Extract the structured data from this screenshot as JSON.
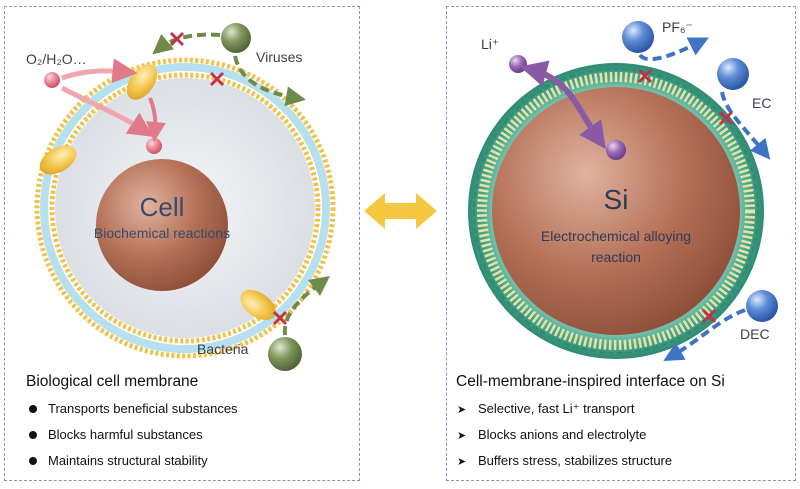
{
  "left_panel": {
    "cell_title": "Cell",
    "cell_subtitle": "Biochemical reactions",
    "label_o2_h2o": "O₂/H₂O…",
    "label_viruses": "Viruses",
    "label_bacteria": "Bacteria",
    "caption": "Biological cell membrane",
    "items": [
      "Transports beneficial substances",
      "Blocks harmful substances",
      "Maintains structural stability"
    ]
  },
  "right_panel": {
    "core_title": "Si",
    "core_subtitle_1": "Electrochemical alloying",
    "core_subtitle_2": "reaction",
    "label_li": "Li⁺",
    "label_pf6": "PF₆⁻",
    "label_ec": "EC",
    "label_dec": "DEC",
    "caption": "Cell-membrane-inspired interface on Si",
    "items": [
      "Selective, fast Li⁺ transport",
      "Blocks anions and electrolyte",
      "Buffers stress, stabilizes structure"
    ]
  },
  "colors": {
    "panel_border": "#8a93b8",
    "membrane_yellow": "#f0c24a",
    "membrane_blue": "#b6e0ee",
    "core_brown": "#a5644a",
    "interface_green": "#3fa887",
    "blue_sphere": "#3f6fc0",
    "green_sphere": "#6f8a4a",
    "li_purple": "#8a5aa6",
    "block_mark": "#c0334a",
    "double_arrow": "#f5c842"
  }
}
